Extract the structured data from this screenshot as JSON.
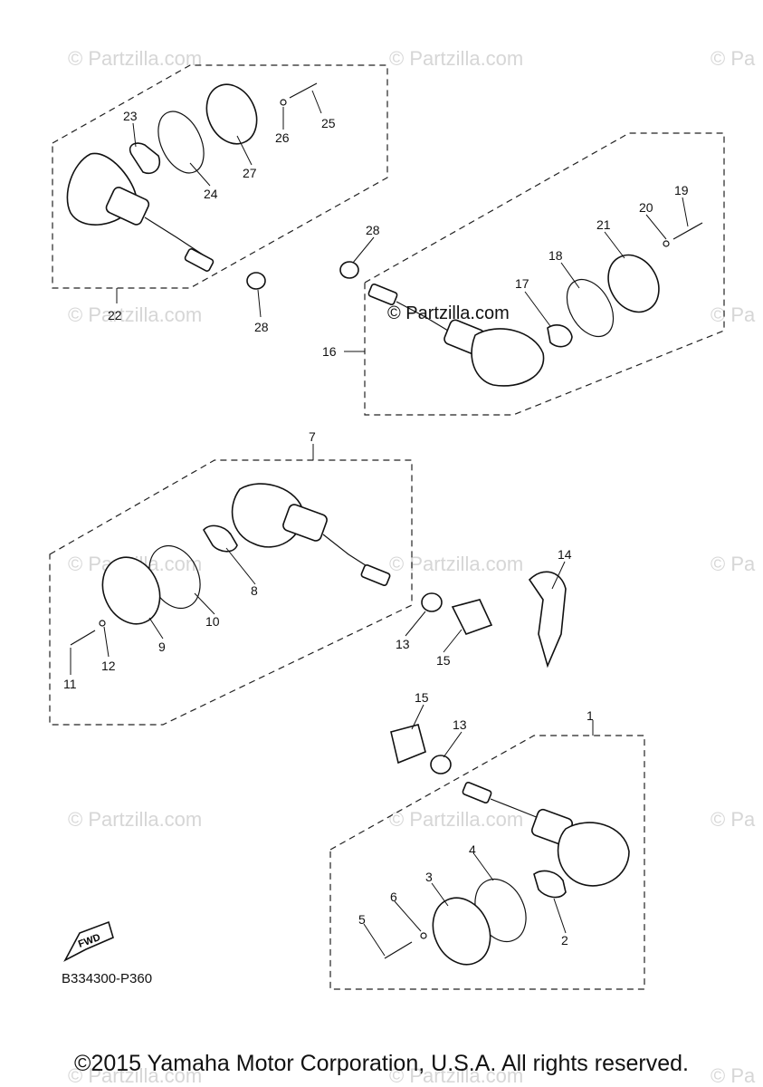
{
  "diagram": {
    "watermark": "© Partzilla.com",
    "watermark_partial": "© Pa",
    "center_watermark": "© Partzilla.com",
    "fwd_label": "FWD",
    "figure_code": "B334300-P360",
    "copyright": "©2015 Yamaha Motor Corporation, U.S.A. All rights reserved."
  },
  "callouts": [
    "1",
    "2",
    "3",
    "4",
    "5",
    "6",
    "7",
    "8",
    "9",
    "10",
    "11",
    "12",
    "13",
    "13",
    "14",
    "15",
    "15",
    "16",
    "17",
    "18",
    "19",
    "20",
    "21",
    "22",
    "23",
    "24",
    "25",
    "26",
    "27",
    "28",
    "28"
  ]
}
